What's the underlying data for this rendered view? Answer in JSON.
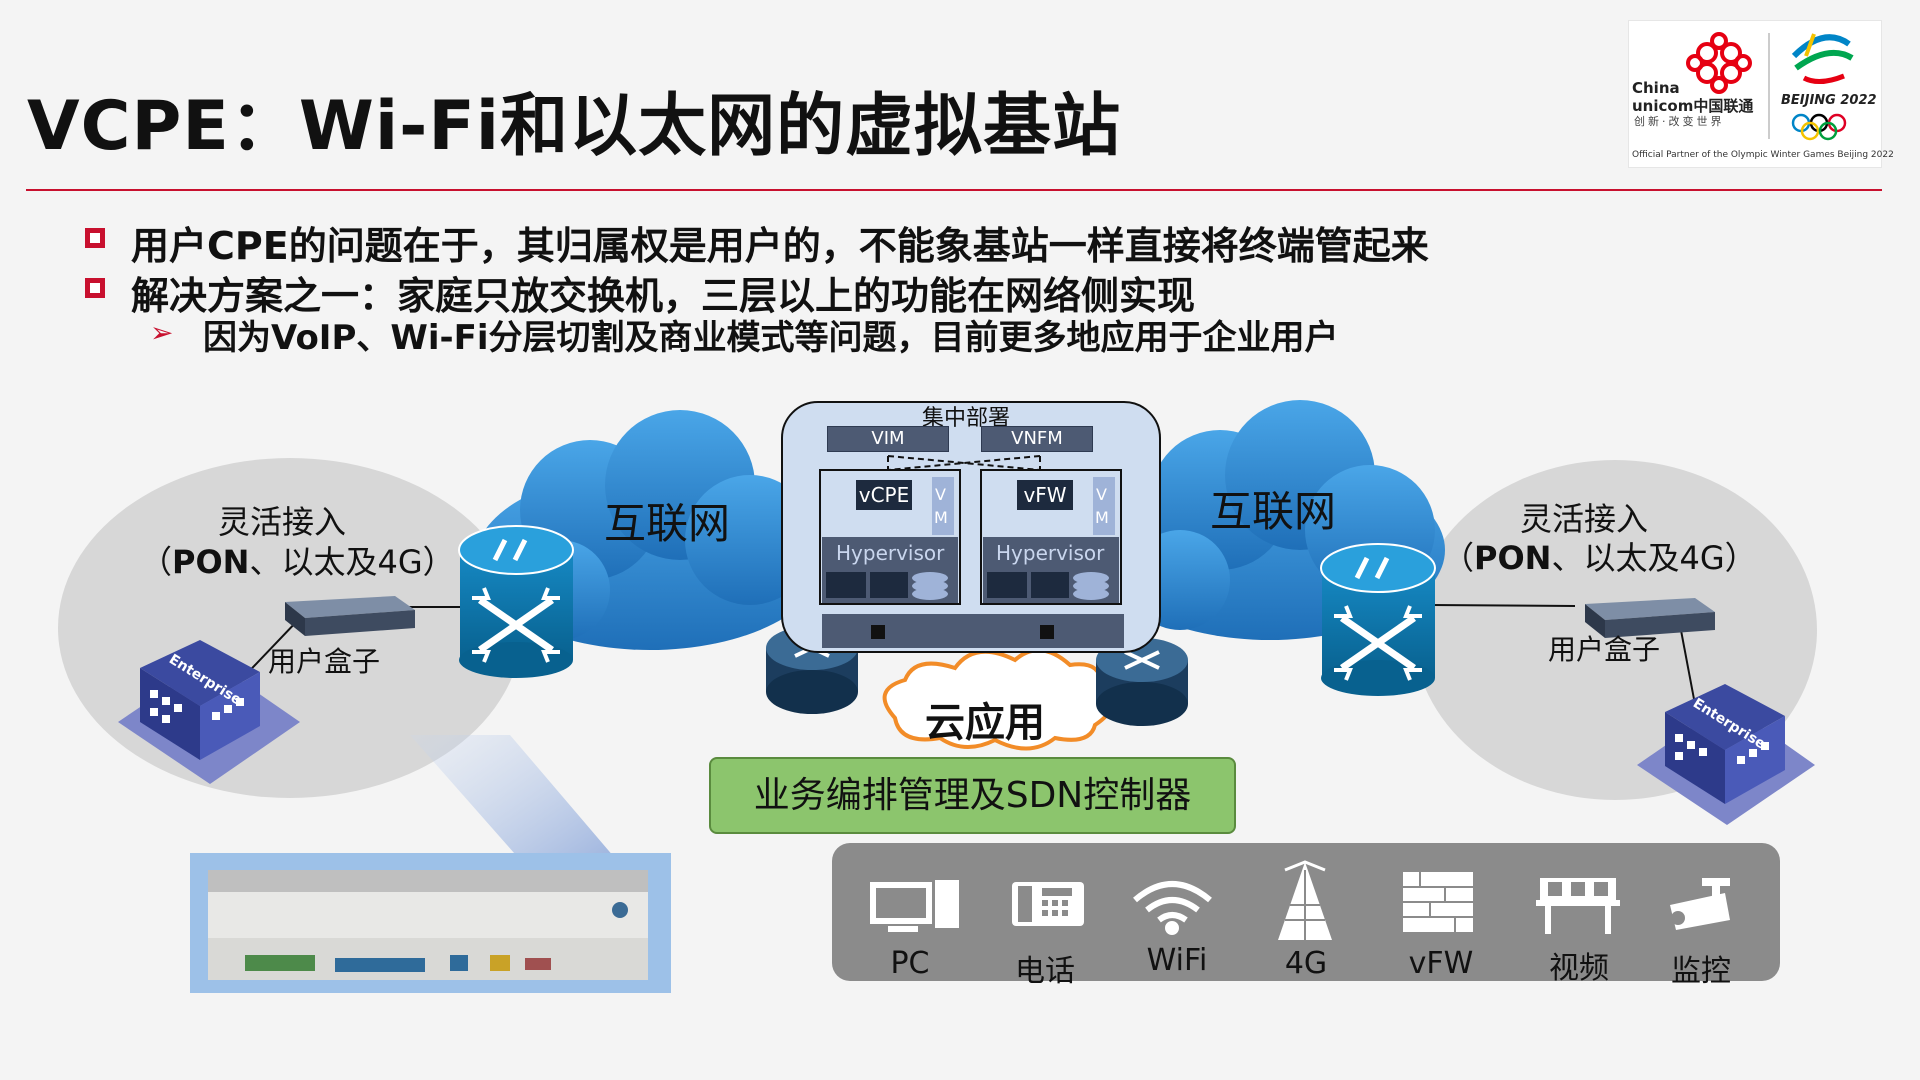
{
  "title": "VCPE：Wi-Fi和以太网的虚拟基站",
  "logo": {
    "brand_en_1": "China",
    "brand_en_2": "unicom中国联通",
    "slogan": "创新·改变世界",
    "event": "BEIJING 2022",
    "partner_text": "Official Partner of the Olympic Winter Games Beijing 2022",
    "colors": {
      "red": "#e60012",
      "olympic_blue": "#0085c7"
    }
  },
  "bullets": [
    {
      "icon": "square-bullet-icon",
      "text": "用户CPE的问题在于，其归属权是用户的，不能象基站一样直接将终端管起来"
    },
    {
      "icon": "square-bullet-icon",
      "text": "解决方案之一：家庭只放交换机，三层以上的功能在网络侧实现"
    }
  ],
  "sub_bullet": {
    "icon": "arrow-bullet-icon",
    "marker": "➢",
    "text": "因为VoIP、Wi-Fi分层切割及商业模式等问题，目前更多地应用于企业用户"
  },
  "diagram": {
    "left_site": {
      "access_line1": "灵活接入",
      "access_line2_paren_open": "（",
      "access_line2_bold": "PON",
      "access_line2_rest": "、以太及4G）",
      "box_label": "用户盒子",
      "building_label": "Enterprise"
    },
    "right_site": {
      "access_line1": "灵活接入",
      "access_line2_paren_open": "（",
      "access_line2_bold": "PON",
      "access_line2_rest": "、以太及4G）",
      "box_label": "用户盒子",
      "building_label": "Enterprise"
    },
    "cloud_left_label": "互联网",
    "cloud_right_label": "互联网",
    "deploy": {
      "label": "集中部署",
      "vim": "VIM",
      "vnfm": "VNFM",
      "vnf_left": "vCPE",
      "vnf_right": "vFW",
      "vm_label_v": "V",
      "vm_label_m": "M",
      "hypervisor": "Hypervisor"
    },
    "cloud_app": "云应用",
    "sdn_controller": "业务编排管理及SDN控制器",
    "terminals": [
      {
        "icon": "pc-icon",
        "label": "PC"
      },
      {
        "icon": "phone-icon",
        "label": "电话"
      },
      {
        "icon": "wifi-icon",
        "label": "WiFi"
      },
      {
        "icon": "tower-4g-icon",
        "label": "4G"
      },
      {
        "icon": "firewall-icon",
        "label": "vFW"
      },
      {
        "icon": "video-icon",
        "label": "视频"
      },
      {
        "icon": "camera-icon",
        "label": "监控"
      }
    ],
    "colors": {
      "accent_red": "#c8102e",
      "switch_blue": "#0e7ab0",
      "cloud_blue": "#2f8fd6",
      "sdn_green": "#8cc56d",
      "terminal_gray": "#8b8b8b"
    }
  }
}
